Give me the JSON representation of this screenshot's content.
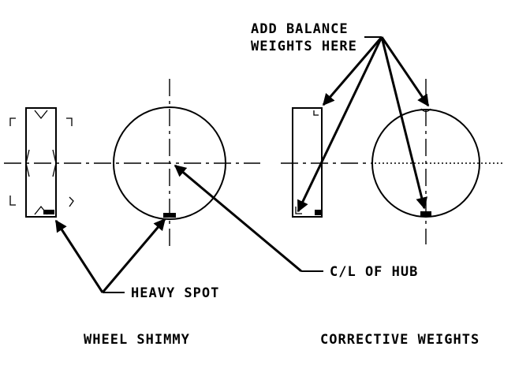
{
  "labels": {
    "add_balance_line1": "ADD BALANCE",
    "add_balance_line2": "WEIGHTS HERE",
    "centerline_of_hub": "C/L OF HUB",
    "heavy_spot": "HEAVY SPOT",
    "left_caption": "WHEEL SHIMMY",
    "right_caption": "CORRECTIVE WEIGHTS"
  }
}
